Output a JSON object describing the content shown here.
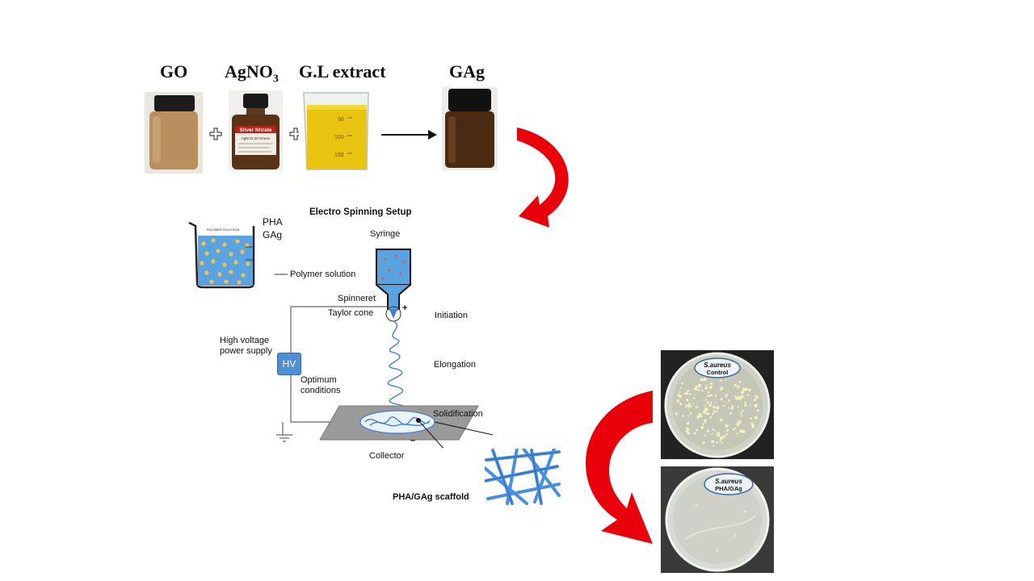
{
  "reagents": {
    "go": "GO",
    "agno3_main": "AgNO",
    "agno3_sub": "3",
    "gl_extract": "G.L extract",
    "gag": "GAg"
  },
  "bottle_label": {
    "line1": "Silver Nitrate",
    "line2": "AgNO3  50 Grams"
  },
  "beaker_marks": [
    "50",
    "100",
    "150"
  ],
  "setup": {
    "title": "Electro Spinning Setup",
    "pha": "PHA",
    "gag": "GAg",
    "beaker_caption": "POLYMER SOLUTION",
    "polymer_solution": "Polymer solution",
    "syringe": "Syringe",
    "spinneret": "Spinneret",
    "taylor_cone": "Taylor cone",
    "initiation": "Initiation",
    "hv_line1": "High voltage",
    "hv_line2": "power supply",
    "hv": "HV",
    "optimum1": "Optimum",
    "optimum2": "conditions",
    "elongation": "Elongation",
    "solidification": "Solidification",
    "collector": "Collector",
    "plus": "+",
    "minus": "–",
    "scaffold": "PHA/GAg scaffold"
  },
  "plates": {
    "control_species": "S.aureus",
    "control_label": "Control",
    "treated_species": "S.aureus",
    "treated_label": "PHA/GAg"
  },
  "colors": {
    "arrow_red": "#e8000b",
    "fiber_blue": "#3f7fd4",
    "solution_blue": "#5aa3e0",
    "hv_box": "#4f8fd6"
  }
}
